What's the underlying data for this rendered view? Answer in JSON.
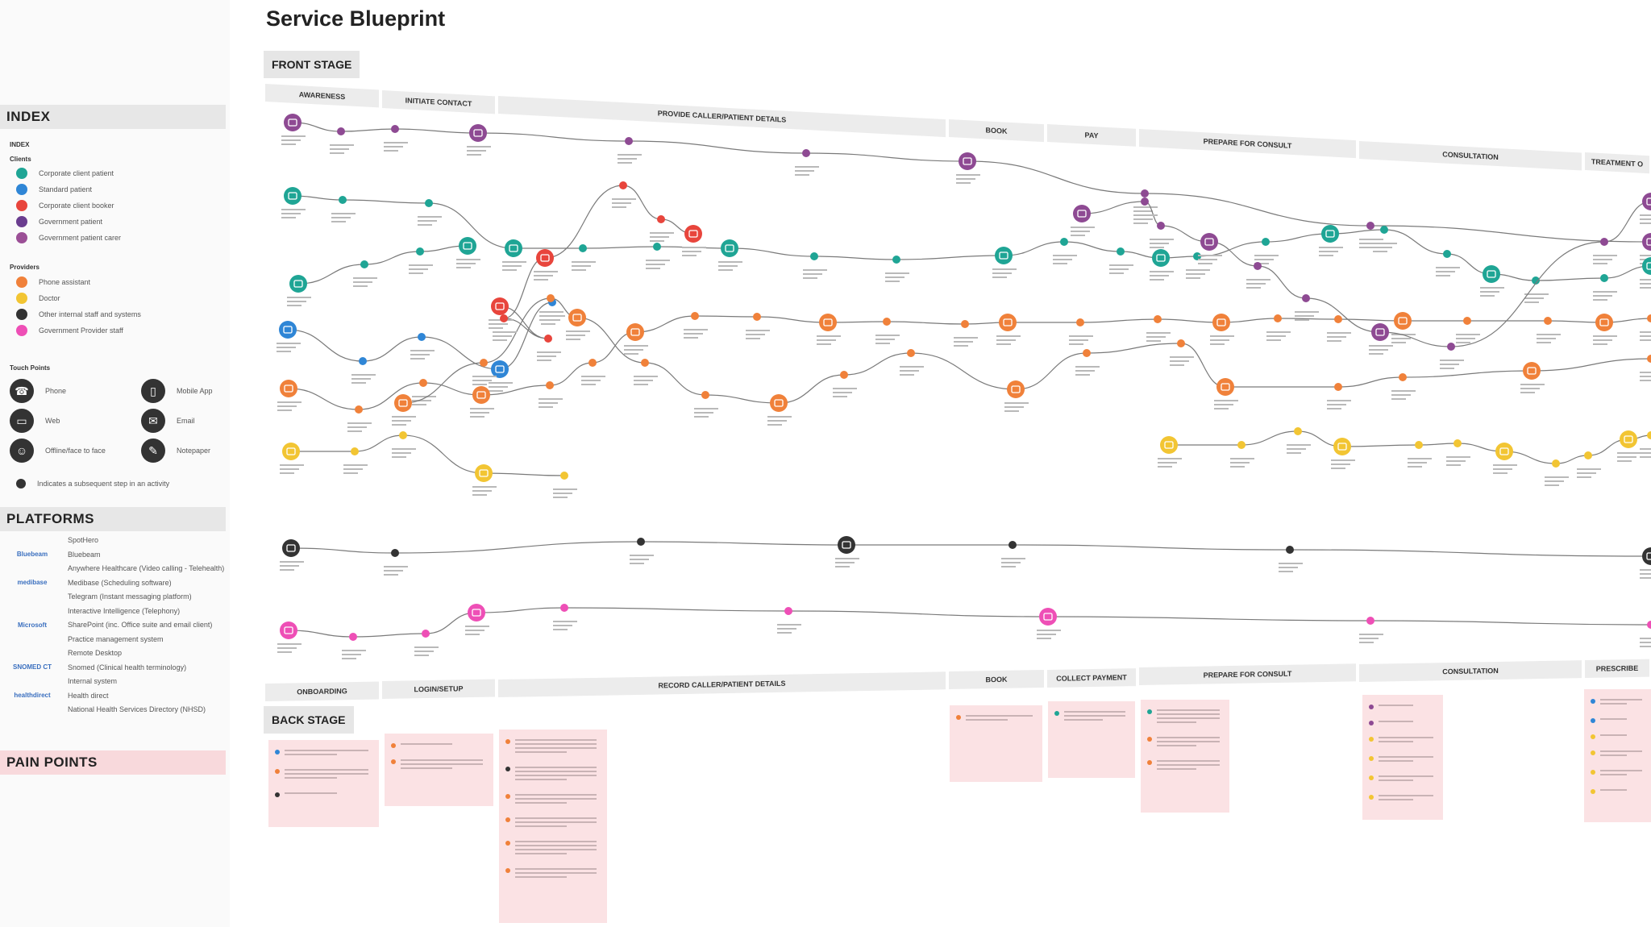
{
  "title": "Service Blueprint",
  "sidebar": {
    "index_heading": "INDEX",
    "index_sub": "INDEX",
    "clients_label": "Clients",
    "clients": [
      {
        "label": "Corporate client patient",
        "color": "#1fa595"
      },
      {
        "label": "Standard patient",
        "color": "#2f86d6"
      },
      {
        "label": "Corporate client booker",
        "color": "#e8453c"
      },
      {
        "label": "Government patient",
        "color": "#6a3d8f"
      },
      {
        "label": "Government patient carer",
        "color": "#9b4f96"
      }
    ],
    "providers_label": "Providers",
    "providers": [
      {
        "label": "Phone assistant",
        "color": "#f0813a"
      },
      {
        "label": "Doctor",
        "color": "#f2c533"
      },
      {
        "label": "Other internal staff and systems",
        "color": "#333333"
      },
      {
        "label": "Government Provider staff",
        "color": "#ee4fb6"
      }
    ],
    "touchpoints_label": "Touch Points",
    "touchpoints": [
      {
        "label": "Phone",
        "icon": "phone-icon",
        "glyph": "☎"
      },
      {
        "label": "Mobile App",
        "icon": "mobile-icon",
        "glyph": "▯"
      },
      {
        "label": "Web",
        "icon": "monitor-icon",
        "glyph": "▭"
      },
      {
        "label": "Email",
        "icon": "email-icon",
        "glyph": "✉"
      },
      {
        "label": "Offline/face to face",
        "icon": "person-icon",
        "glyph": "☺"
      },
      {
        "label": "Notepaper",
        "icon": "notepaper-icon",
        "glyph": "✎"
      }
    ],
    "substep_label": "Indicates a subsequent step in an activity",
    "platforms_heading": "PLATFORMS",
    "platforms": [
      {
        "logo": "",
        "label": "SpotHero"
      },
      {
        "logo": "Bluebeam",
        "label": "Bluebeam"
      },
      {
        "logo": "",
        "label": "Anywhere Healthcare (Video calling - Telehealth)"
      },
      {
        "logo": "medibase",
        "label": "Medibase (Scheduling software)"
      },
      {
        "logo": "",
        "label": "Telegram (Instant messaging platform)"
      },
      {
        "logo": "",
        "label": "Interactive Intelligence (Telephony)"
      },
      {
        "logo": "Microsoft",
        "label": "SharePoint (inc. Office suite and email client)"
      },
      {
        "logo": "",
        "label": "Practice management system"
      },
      {
        "logo": "",
        "label": "Remote Desktop"
      },
      {
        "logo": "SNOMED CT",
        "label": "Snomed (Clinical health terminology)"
      },
      {
        "logo": "",
        "label": "Internal system"
      },
      {
        "logo": "healthdirect",
        "label": "Health direct"
      },
      {
        "logo": "",
        "label": "National Health Services Directory (NHSD)"
      }
    ],
    "pain_heading": "PAIN POINTS"
  },
  "front_stage": {
    "label": "FRONT STAGE",
    "phases": [
      "AWARENESS",
      "INITIATE CONTACT",
      "PROVIDE CALLER/PATIENT DETAILS",
      "BOOK",
      "PAY",
      "PREPARE FOR CONSULT",
      "CONSULTATION",
      "TREATMENT O"
    ]
  },
  "back_stage": {
    "label": "BACK STAGE",
    "phases": [
      "ONBOARDING",
      "LOGIN/SETUP",
      "RECORD CALLER/PATIENT DETAILS",
      "BOOK",
      "COLLECT PAYMENT",
      "PREPARE FOR CONSULT",
      "CONSULTATION",
      "PRESCRIBE"
    ]
  },
  "colors": {
    "teal": "#1fa595",
    "blue": "#2f86d6",
    "red": "#e8453c",
    "purple": "#8e4a93",
    "orange": "#f0813a",
    "yellow": "#f2c533",
    "dark": "#333333",
    "pink": "#ee4fb6"
  }
}
